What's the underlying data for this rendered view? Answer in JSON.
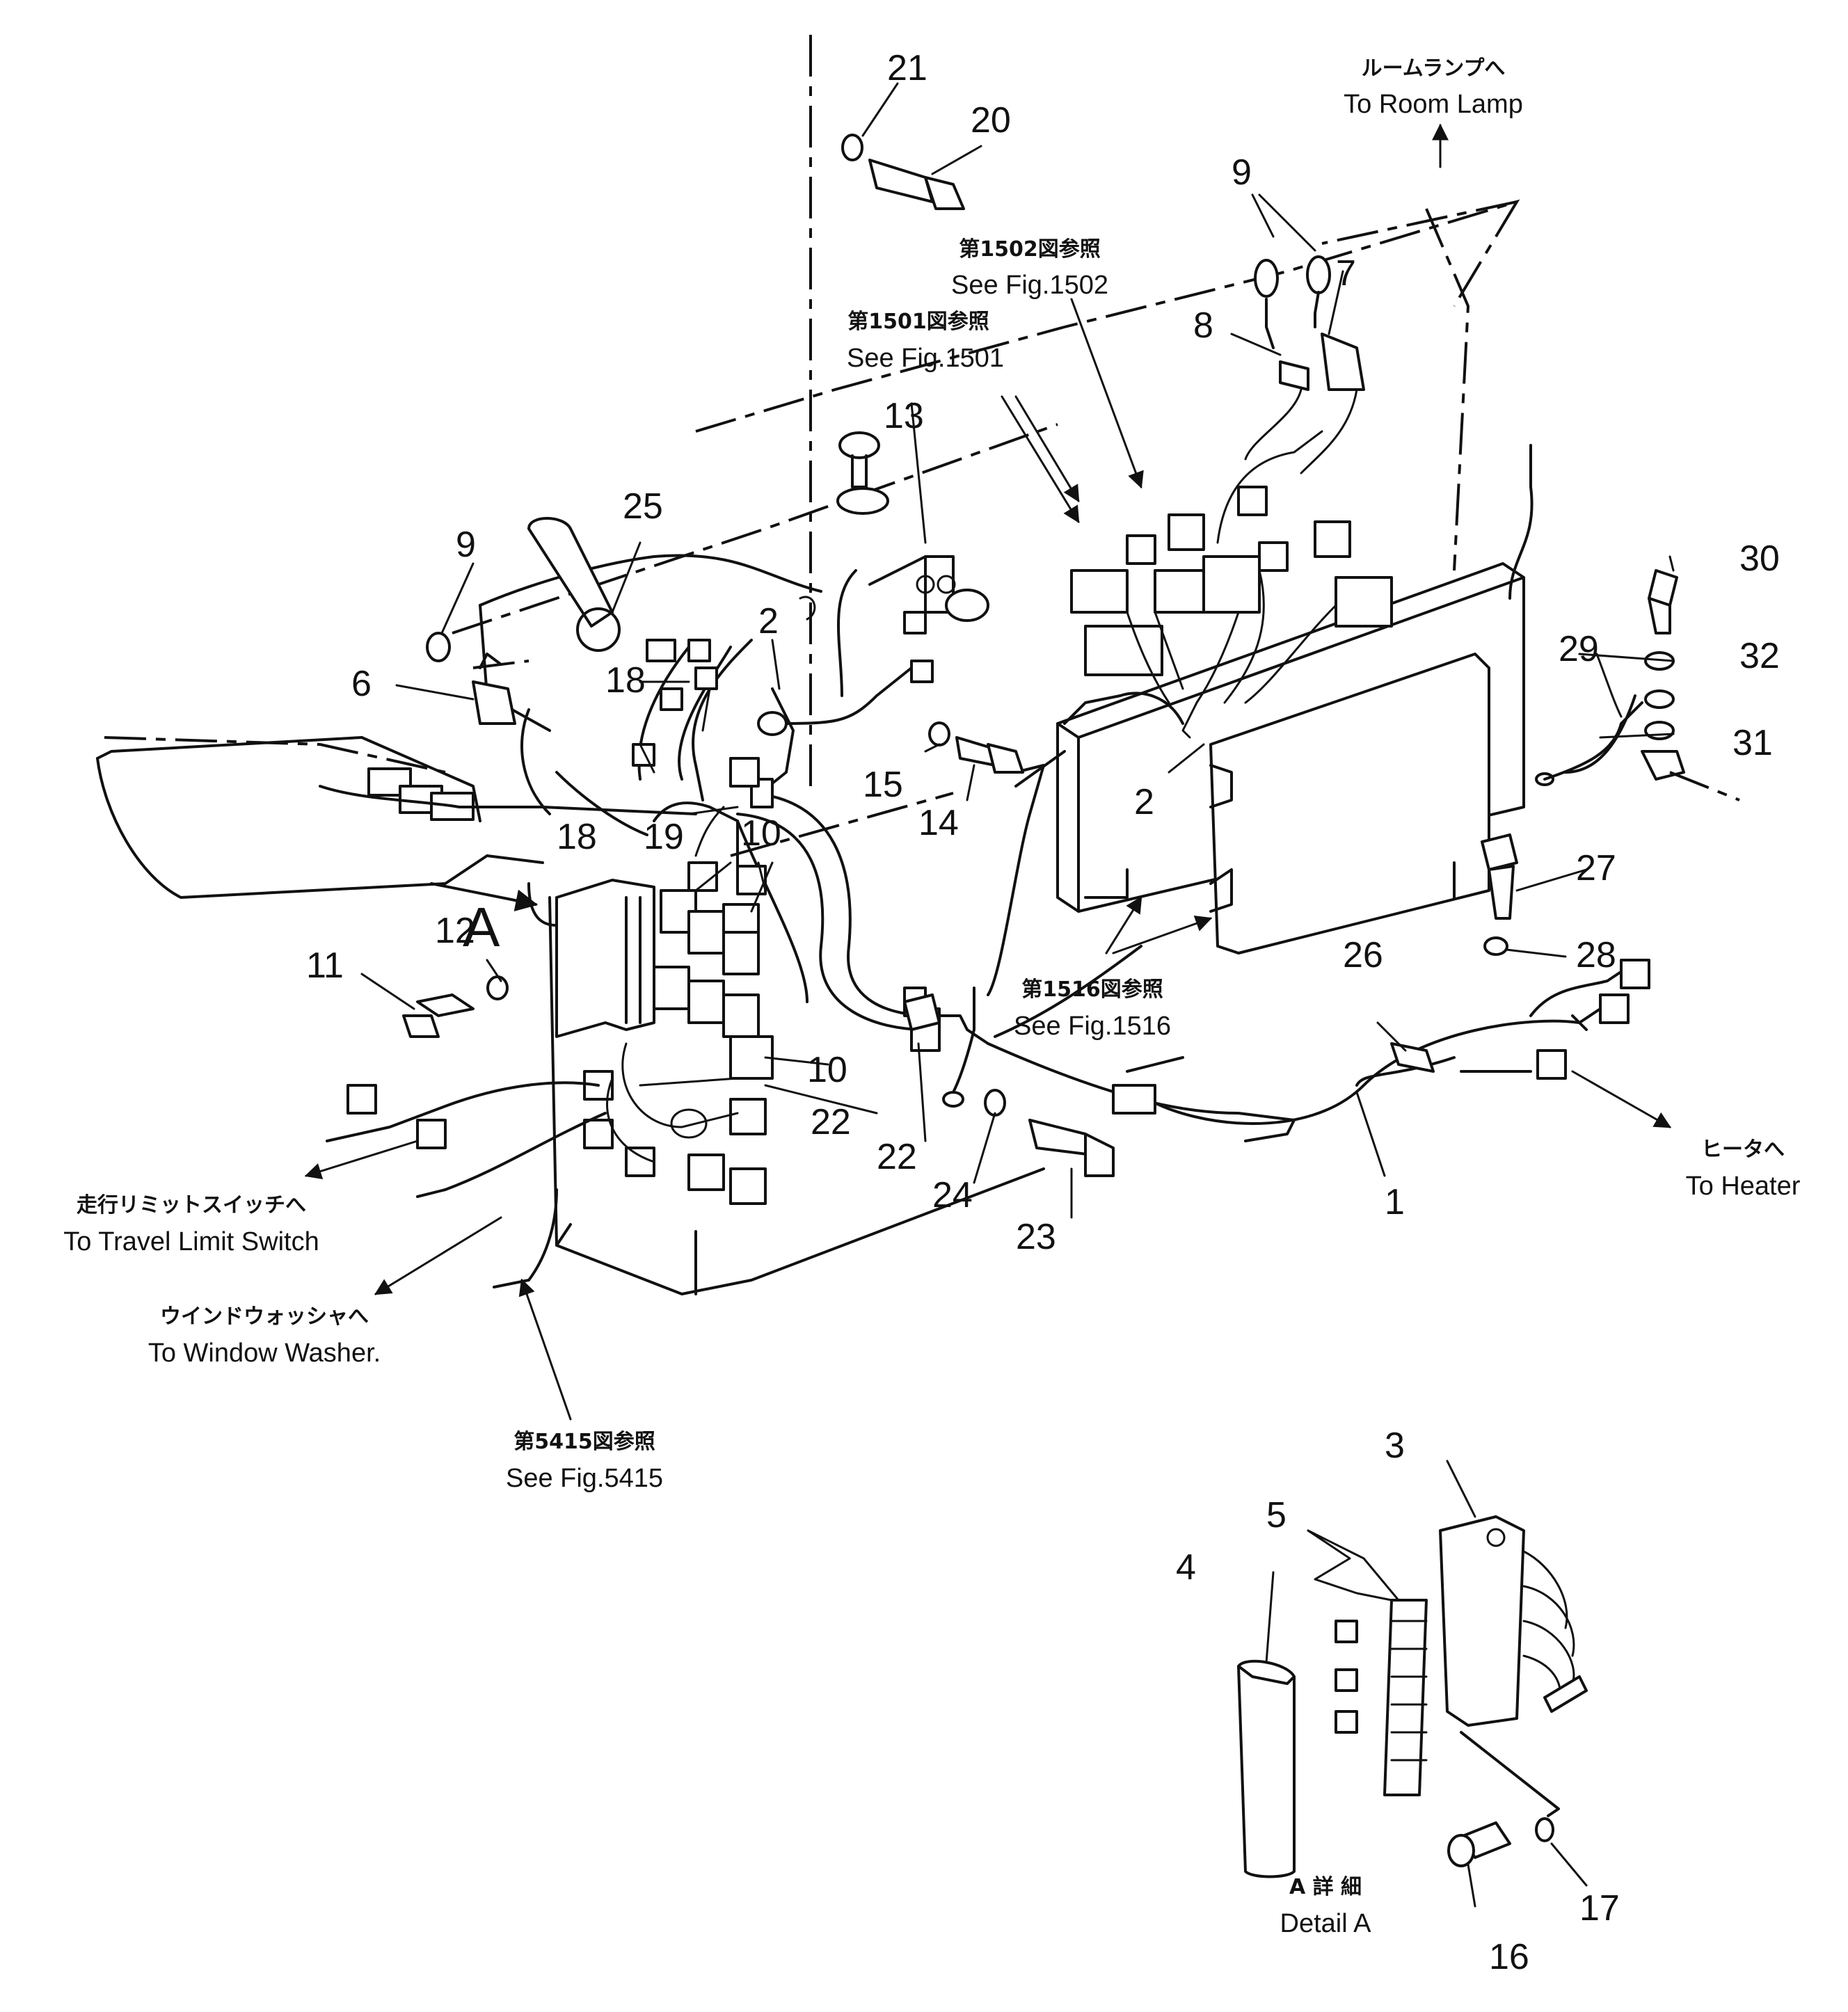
{
  "refs": {
    "room_lamp_jp": "ルームランプへ",
    "room_lamp_en": "To Room Lamp",
    "fig1502_jp": "第1502図参照",
    "fig1502_en": "See Fig.1502",
    "fig1501_jp": "第1501図参照",
    "fig1501_en": "See Fig.1501",
    "fig1516_jp": "第1516図参照",
    "fig1516_en": "See Fig.1516",
    "heater_jp": "ヒータへ",
    "heater_en": "To Heater",
    "travel_jp": "走行リミットスイッチへ",
    "travel_en": "To Travel Limit Switch",
    "washer_jp": "ウインドウォッシャへ",
    "washer_en": "To Window Washer.",
    "fig5415_jp": "第5415図参照",
    "fig5415_en": "See Fig.5415",
    "detail_jp": "A 詳 細",
    "detail_en": "Detail A",
    "detail_marker": "A"
  },
  "callouts": {
    "n1": "1",
    "n2a": "2",
    "n2b": "2",
    "n3": "3",
    "n4": "4",
    "n5": "5",
    "n6": "6",
    "n7": "7",
    "n8": "8",
    "n9a": "9",
    "n9b": "9",
    "n10a": "10",
    "n10b": "10",
    "n11": "11",
    "n12": "12",
    "n13": "13",
    "n14": "14",
    "n15": "15",
    "n16": "16",
    "n17": "17",
    "n18a": "18",
    "n18b": "18",
    "n19": "19",
    "n20": "20",
    "n21": "21",
    "n22a": "22",
    "n22b": "22",
    "n23": "23",
    "n24": "24",
    "n25": "25",
    "n26": "26",
    "n27": "27",
    "n28": "28",
    "n29": "29",
    "n30": "30",
    "n31": "31",
    "n32": "32"
  }
}
